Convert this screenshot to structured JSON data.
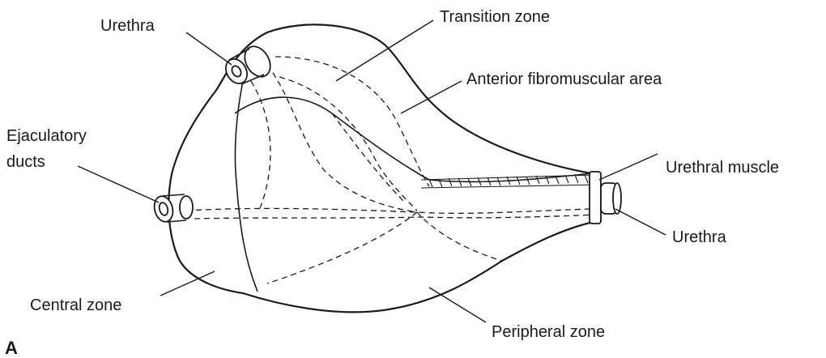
{
  "diagram": {
    "panel_label": "A",
    "labels": {
      "urethra_top": "Urethra",
      "transition_zone": "Transition zone",
      "anterior_fibromuscular": "Anterior fibromuscular area",
      "ejaculatory_line1": "Ejaculatory",
      "ejaculatory_line2": "ducts",
      "urethral_muscle": "Urethral muscle",
      "urethra_right": "Urethra",
      "central_zone": "Central zone",
      "peripheral_zone": "Peripheral zone"
    }
  }
}
